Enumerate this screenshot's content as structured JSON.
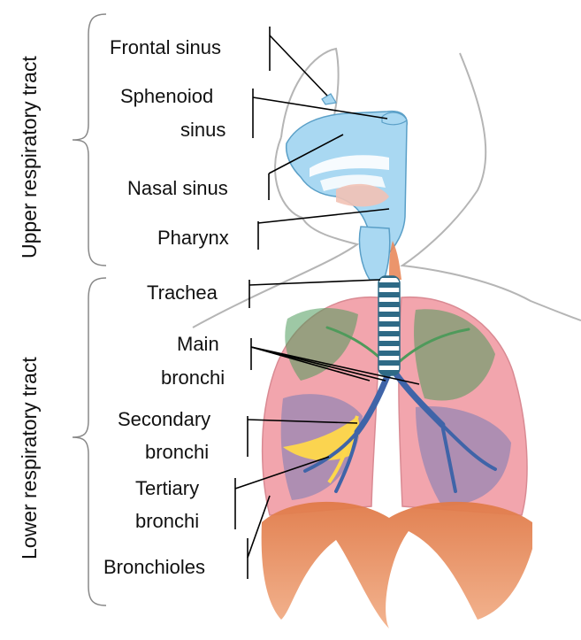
{
  "groups": {
    "upper": "Upper respiratory tract",
    "lower": "Lower respiratory tract"
  },
  "labels": {
    "frontal_sinus": "Frontal sinus",
    "sphenoid_sinus_line1": "Sphenoiod",
    "sphenoid_sinus_line2": "sinus",
    "nasal_sinus": "Nasal sinus",
    "pharynx": "Pharynx",
    "trachea": "Trachea",
    "main_bronchi_line1": "Main",
    "main_bronchi_line2": "bronchi",
    "secondary_bronchi_line1": "Secondary",
    "secondary_bronchi_line2": "bronchi",
    "tertiary_bronchi_line1": "Tertiary",
    "tertiary_bronchi_line2": "bronchi",
    "bronchioles": "Bronchioles"
  },
  "colors": {
    "airway_blue": "#a9d8f2",
    "lung_pink": "#f2a5ad",
    "bronchiole_green": "#4f9a5b",
    "bronchi_blue": "#3f64a8",
    "highlight_yellow": "#ffd84a",
    "diaphragm_orange": "#e98a5c",
    "outline_gray": "#b5b5b5"
  }
}
